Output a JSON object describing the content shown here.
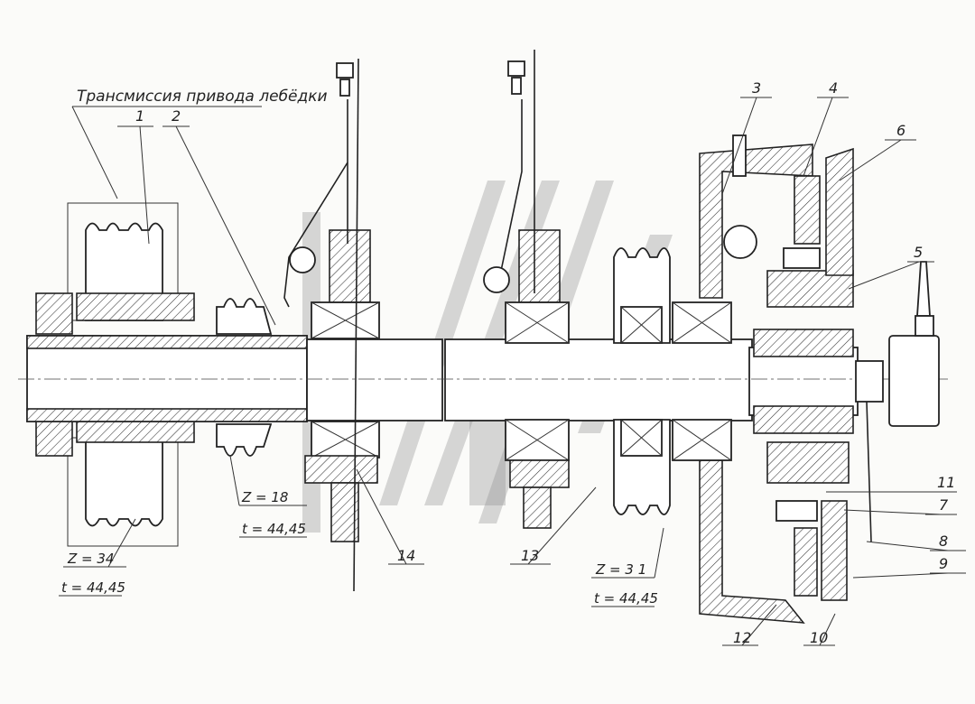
{
  "title": "Трансмиссия привода лебёдки",
  "callouts": [
    {
      "id": "c1",
      "text": "1"
    },
    {
      "id": "c2",
      "text": "2"
    },
    {
      "id": "c3",
      "text": "3"
    },
    {
      "id": "c4",
      "text": "4"
    },
    {
      "id": "c5",
      "text": "5"
    },
    {
      "id": "c6",
      "text": "6"
    },
    {
      "id": "c7",
      "text": "7"
    },
    {
      "id": "c8",
      "text": "8"
    },
    {
      "id": "c9",
      "text": "9"
    },
    {
      "id": "c10",
      "text": "10"
    },
    {
      "id": "c11",
      "text": "11"
    },
    {
      "id": "c12",
      "text": "12"
    },
    {
      "id": "c13",
      "text": "13"
    },
    {
      "id": "c14",
      "text": "14"
    }
  ],
  "sprockets": [
    {
      "id": "s34",
      "teeth": "Z = 34",
      "pitch": "t = 44,45"
    },
    {
      "id": "s18",
      "teeth": "Z = 18",
      "pitch": "t = 44,45"
    },
    {
      "id": "s31",
      "teeth": "Z = 3 1",
      "pitch": "t = 44,45"
    }
  ]
}
